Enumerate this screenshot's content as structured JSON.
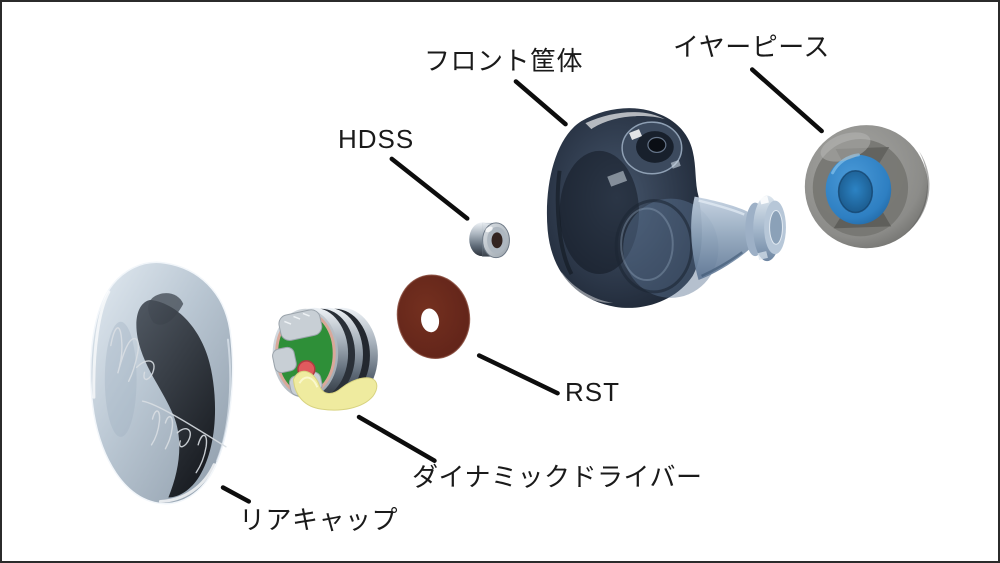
{
  "window": {
    "background": "#ffffff",
    "border_color": "#2b2b2b"
  },
  "diagram": {
    "type": "exploded-parts-diagram",
    "subject": "in-ear-monitor-earphone",
    "labels": {
      "front_housing": "フロント筐体",
      "earpiece": "イヤーピース",
      "hdss": "HDSS",
      "rst": "RST",
      "dynamic_driver": "ダイナミックドライバー",
      "rear_cap": "リアキャップ"
    },
    "colors": {
      "label_text": "#1a1a1a",
      "leader_line": "#0d0d0d",
      "housing_shell": "#2c3a4e",
      "housing_nozzle": "#8ba1b8",
      "earpiece_silicone": "#8c8c89",
      "earpiece_core_blue": "#2e7fc2",
      "rst_disc_maroon": "#65261a",
      "driver_pcb_green": "#2e8f38",
      "driver_dot_red": "#e05a5e",
      "driver_glue_yellow": "#efeb9f",
      "chrome_metal": "#c9d2dc"
    }
  }
}
